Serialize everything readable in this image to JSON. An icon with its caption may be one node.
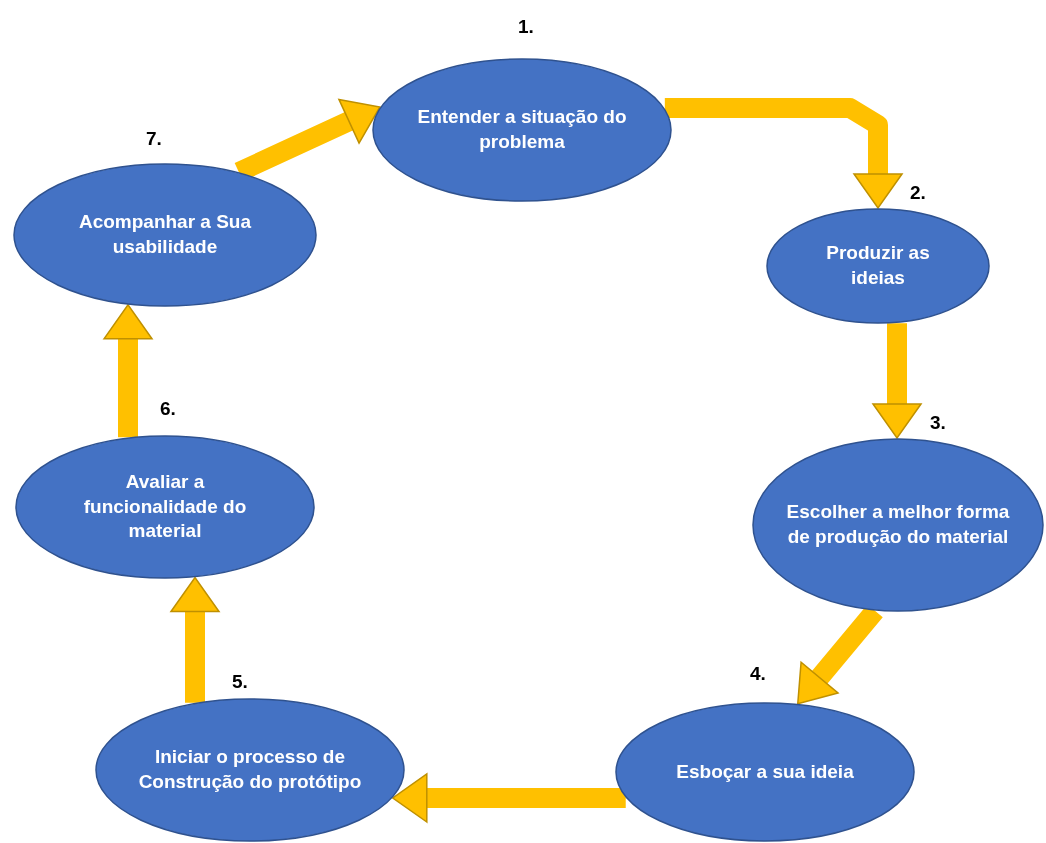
{
  "diagram": {
    "nodes": [
      {
        "text": [
          "Entender a situação do problema"
        ],
        "beside": [
          "1."
        ]
      },
      {
        "text": [
          "Produzir as ideias"
        ],
        "beside": [
          "2."
        ]
      },
      {
        "text": [
          "Escolher a melhor forma de produção do material"
        ],
        "beside": [
          "3."
        ]
      },
      {
        "text": [
          "Esboçar a sua ideia"
        ],
        "beside": [
          "4."
        ]
      },
      {
        "text": [
          "Iniciar o processo de Construção do protótipo"
        ],
        "beside": [
          "5."
        ]
      },
      {
        "text": [
          "Avaliar a funcionalidade do material"
        ],
        "beside": [
          "6."
        ]
      },
      {
        "text": [
          "Acompanhar a Sua usabilidade"
        ],
        "beside": [
          "7."
        ]
      }
    ],
    "edges": [
      {
        "from": 0,
        "to": 1,
        "arrow": "to"
      },
      {
        "from": 1,
        "to": 2,
        "arrow": "to"
      },
      {
        "from": 2,
        "to": 3,
        "arrow": "to"
      },
      {
        "from": 3,
        "to": 4,
        "arrow": "to"
      },
      {
        "from": 4,
        "to": 5,
        "arrow": "to"
      },
      {
        "from": 5,
        "to": 6,
        "arrow": "to"
      },
      {
        "from": 6,
        "to": 0,
        "arrow": "to"
      }
    ]
  }
}
